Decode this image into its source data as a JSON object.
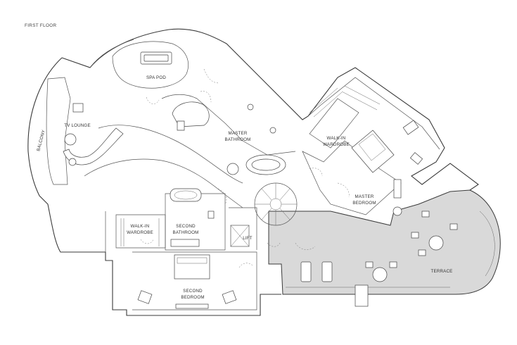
{
  "plan": {
    "floor_title": "FIRST FLOOR",
    "rooms": {
      "spa_pod": "SPA POD",
      "tv_lounge": "TV LOUNGE",
      "balcony": "BALCONY",
      "master_bathroom_1": "MASTER",
      "master_bathroom_2": "BATHROOM",
      "walkin_wardrobe_1_l1": "WALK-IN",
      "walkin_wardrobe_1_l2": "WARDROBE",
      "master_bedroom_1": "MASTER",
      "master_bedroom_2": "BEDROOM",
      "walkin_wardrobe_2_l1": "WALK-IN",
      "walkin_wardrobe_2_l2": "WARDROBE",
      "second_bathroom_1": "SECOND",
      "second_bathroom_2": "BATHROOM",
      "lift": "LIFT",
      "second_bedroom_1": "SECOND",
      "second_bedroom_2": "BEDROOM",
      "terrace": "TERRACE"
    },
    "colors": {
      "wall": "#3a3a3a",
      "terrace_fill": "#d9d9d9",
      "background": "#ffffff"
    }
  }
}
